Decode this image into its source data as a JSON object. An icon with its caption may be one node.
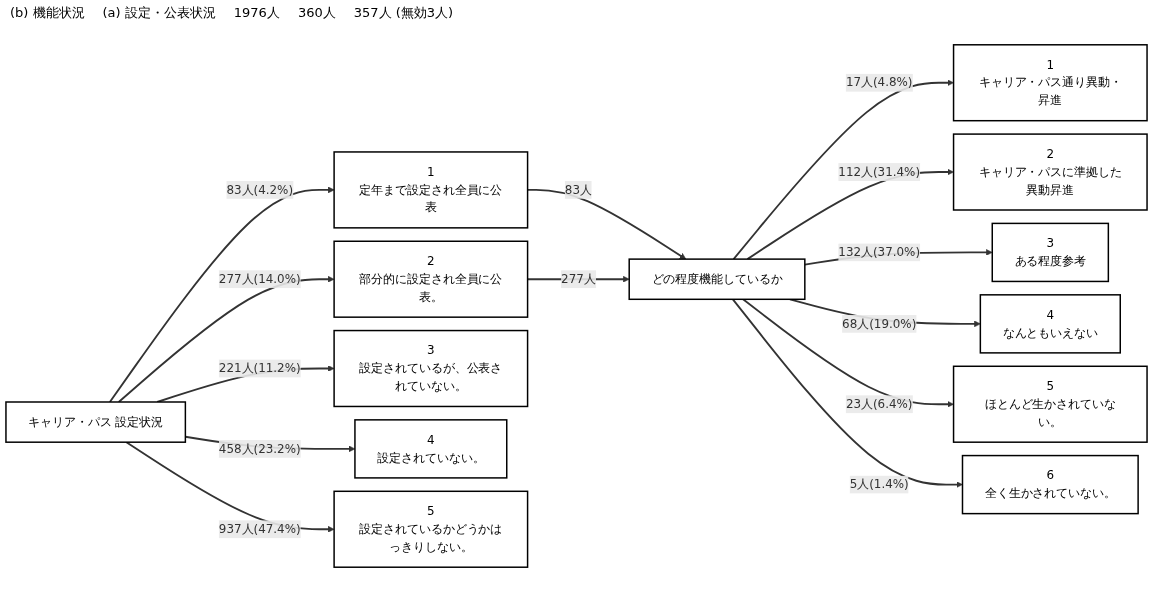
{
  "diagram": {
    "nodes": [
      {
        "text": [
          "キャリア・パス 設定状況"
        ]
      },
      {
        "text": [
          "1",
          "定年まで設定され全員に公表"
        ]
      },
      {
        "text": [
          "2",
          "部分的に設定され全員に公表。"
        ]
      },
      {
        "text": [
          "3",
          "設定されているが、公表されていない。"
        ]
      },
      {
        "text": [
          "4",
          "設定されていない。"
        ]
      },
      {
        "text": [
          "5",
          "設定されているかどうかはっきりしない。"
        ]
      },
      {
        "text": [
          "どの程度機能しているか"
        ]
      },
      {
        "text": [
          "1",
          "キャリア・パス通り異動・昇進"
        ]
      },
      {
        "text": [
          "2",
          "キャリア・パスに準拠した異動昇進"
        ]
      },
      {
        "text": [
          "3",
          "ある程度参考"
        ]
      },
      {
        "text": [
          "4",
          "なんともいえない"
        ]
      },
      {
        "text": [
          "5",
          "ほとんど生かされていない。"
        ]
      },
      {
        "text": [
          "6",
          "全く生かされていない。"
        ]
      }
    ],
    "edges": [
      {
        "from": 0,
        "to": 1,
        "arrow": "to",
        "label": "83人(4.2%)"
      },
      {
        "from": 0,
        "to": 2,
        "arrow": "to",
        "label": "277人(14.0%)"
      },
      {
        "from": 0,
        "to": 3,
        "arrow": "to",
        "label": "221人(11.2%)"
      },
      {
        "from": 0,
        "to": 4,
        "arrow": "to",
        "label": "458人(23.2%)"
      },
      {
        "from": 0,
        "to": 5,
        "arrow": "to",
        "label": "937人(47.4%)"
      },
      {
        "from": 1,
        "to": 6,
        "arrow": "to",
        "label": "83人"
      },
      {
        "from": 2,
        "to": 6,
        "arrow": "to",
        "label": "277人"
      },
      {
        "from": 6,
        "to": 7,
        "arrow": "to",
        "label": "17人(4.8%)"
      },
      {
        "from": 6,
        "to": 8,
        "arrow": "to",
        "label": "112人(31.4%)"
      },
      {
        "from": 6,
        "to": 9,
        "arrow": "to",
        "label": "132人(37.0%)"
      },
      {
        "from": 6,
        "to": 10,
        "arrow": "to",
        "label": "68人(19.0%)"
      },
      {
        "from": 6,
        "to": 11,
        "arrow": "to",
        "label": "23人(6.4%)"
      },
      {
        "from": 6,
        "to": 12,
        "arrow": "to",
        "label": "5人(1.4%)"
      }
    ],
    "labels": [
      "(b) 機能状況",
      "(a) 設定・公表状況",
      "1976人",
      "360人",
      "357人 (無効3人)"
    ]
  }
}
